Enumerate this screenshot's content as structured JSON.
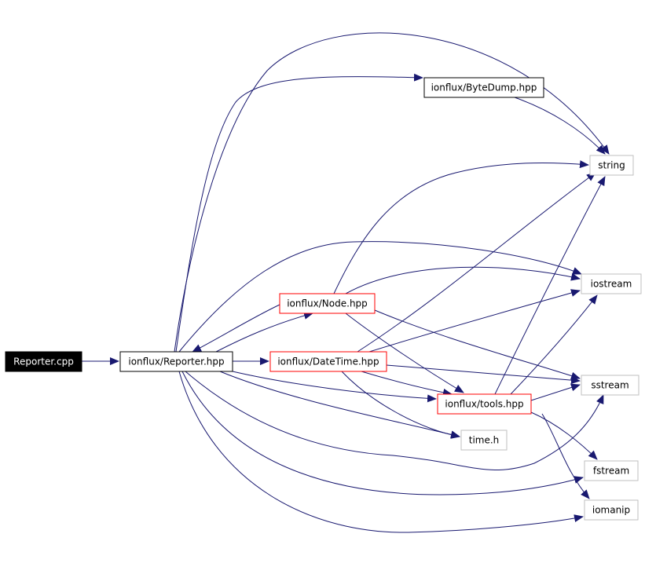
{
  "colors": {
    "edge": "#191970",
    "root_fill": "#000000",
    "root_text": "#ffffff",
    "plain_border": "#000000",
    "partial_border": "#ff0000",
    "external_border": "#bfbfbf",
    "text": "#000000"
  },
  "graph": {
    "nodes": [
      {
        "id": "reporter_cpp",
        "label": "Reporter.cpp",
        "kind": "root"
      },
      {
        "id": "reporter_hpp",
        "label": "ionflux/Reporter.hpp",
        "kind": "documented"
      },
      {
        "id": "bytedump_hpp",
        "label": "ionflux/ByteDump.hpp",
        "kind": "documented"
      },
      {
        "id": "node_hpp",
        "label": "ionflux/Node.hpp",
        "kind": "truncated"
      },
      {
        "id": "datetime_hpp",
        "label": "ionflux/DateTime.hpp",
        "kind": "truncated"
      },
      {
        "id": "tools_hpp",
        "label": "ionflux/tools.hpp",
        "kind": "truncated"
      },
      {
        "id": "string",
        "label": "string",
        "kind": "external"
      },
      {
        "id": "iostream",
        "label": "iostream",
        "kind": "external"
      },
      {
        "id": "sstream",
        "label": "sstream",
        "kind": "external"
      },
      {
        "id": "time_h",
        "label": "time.h",
        "kind": "external"
      },
      {
        "id": "fstream",
        "label": "fstream",
        "kind": "external"
      },
      {
        "id": "iomanip",
        "label": "iomanip",
        "kind": "external"
      }
    ],
    "edges": [
      [
        "reporter_cpp",
        "reporter_hpp"
      ],
      [
        "reporter_hpp",
        "string"
      ],
      [
        "reporter_hpp",
        "bytedump_hpp"
      ],
      [
        "reporter_hpp",
        "iostream"
      ],
      [
        "reporter_hpp",
        "node_hpp"
      ],
      [
        "reporter_hpp",
        "datetime_hpp"
      ],
      [
        "reporter_hpp",
        "tools_hpp"
      ],
      [
        "reporter_hpp",
        "time_h"
      ],
      [
        "reporter_hpp",
        "sstream"
      ],
      [
        "reporter_hpp",
        "fstream"
      ],
      [
        "reporter_hpp",
        "iomanip"
      ],
      [
        "bytedump_hpp",
        "string"
      ],
      [
        "node_hpp",
        "reporter_hpp"
      ],
      [
        "node_hpp",
        "string"
      ],
      [
        "node_hpp",
        "iostream"
      ],
      [
        "node_hpp",
        "sstream"
      ],
      [
        "node_hpp",
        "tools_hpp"
      ],
      [
        "datetime_hpp",
        "string"
      ],
      [
        "datetime_hpp",
        "iostream"
      ],
      [
        "datetime_hpp",
        "sstream"
      ],
      [
        "datetime_hpp",
        "tools_hpp"
      ],
      [
        "datetime_hpp",
        "time_h"
      ],
      [
        "tools_hpp",
        "string"
      ],
      [
        "tools_hpp",
        "iostream"
      ],
      [
        "tools_hpp",
        "sstream"
      ],
      [
        "tools_hpp",
        "fstream"
      ],
      [
        "tools_hpp",
        "iomanip"
      ]
    ]
  }
}
